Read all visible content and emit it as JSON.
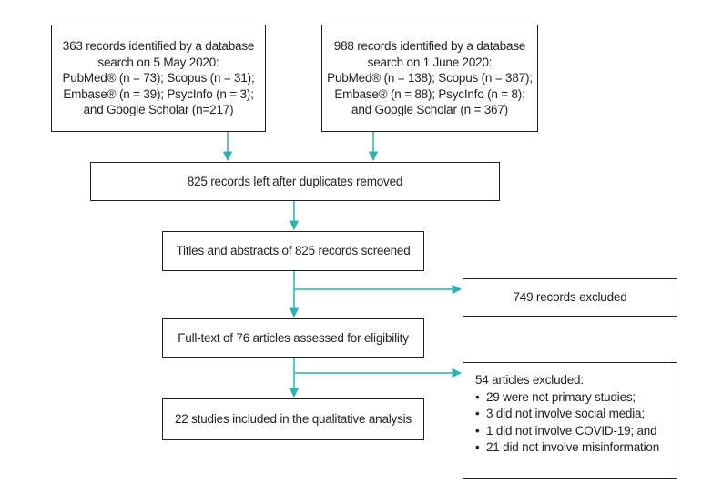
{
  "boxes": {
    "db_search_1": {
      "lines": [
        "363 records identified by a database",
        "search on 5 May 2020:",
        "PubMed® (n = 73); Scopus (n = 31);",
        "Embase® (n = 39); PsycInfo (n = 3);",
        "and Google Scholar (n=217)"
      ]
    },
    "db_search_2": {
      "lines": [
        "988 records identified by a database",
        "search on 1 June 2020:",
        "PubMed® (n = 138); Scopus (n = 387);",
        "Embase® (n = 88); PsycInfo (n = 8);",
        "and Google Scholar (n = 367)"
      ]
    },
    "duplicates_removed": "825 records left after duplicates removed",
    "screened": "Titles and abstracts of 825 records screened",
    "excluded_1": "749 records excluded",
    "full_text": "Full-text of 76 articles assessed for eligibility",
    "excluded_2": {
      "heading": "54 articles excluded:",
      "items": [
        "29 were not primary studies;",
        "3 did not involve social media;",
        "1 did not involve COVID-19; and",
        "21 did not involve misinformation"
      ]
    },
    "included": "22 studies included in the qualitative analysis"
  },
  "colors": {
    "arrow": "#2bb3b1",
    "border": "#231f20"
  }
}
